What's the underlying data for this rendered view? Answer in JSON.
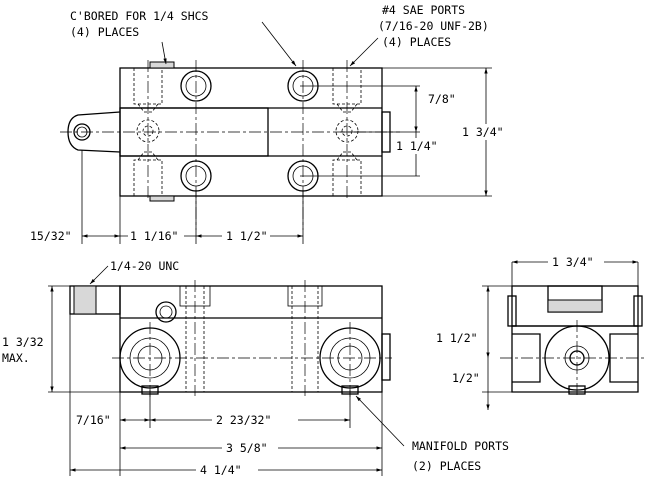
{
  "notes": {
    "cbore_line1": "C'BORED FOR 1/4 SHCS",
    "cbore_line2": "(4) PLACES",
    "sae_line1": "#4 SAE PORTS",
    "sae_line2": "(7/16-20 UNF-2B)",
    "sae_line3": "(4) PLACES",
    "unc": "1/4-20 UNC",
    "manifold_line1": "MANIFOLD PORTS",
    "manifold_line2": "(2) PLACES"
  },
  "dims": {
    "top_7_8": "7/8\"",
    "top_1_1_4": "1 1/4\"",
    "top_1_3_4": "1 3/4\"",
    "top_15_32": "15/32\"",
    "top_1_1_16": "1 1/16\"",
    "top_1_1_2": "1 1/2\"",
    "front_1_3_32": "1 3/32",
    "front_max": "MAX.",
    "front_7_16": "7/16\"",
    "front_2_23_32": "2 23/32\"",
    "front_3_5_8": "3 5/8\"",
    "front_4_1_4": "4 1/4\"",
    "side_1_3_4": "1 3/4\"",
    "side_1_1_2": "1 1/2\"",
    "side_1_2": "1/2\""
  }
}
